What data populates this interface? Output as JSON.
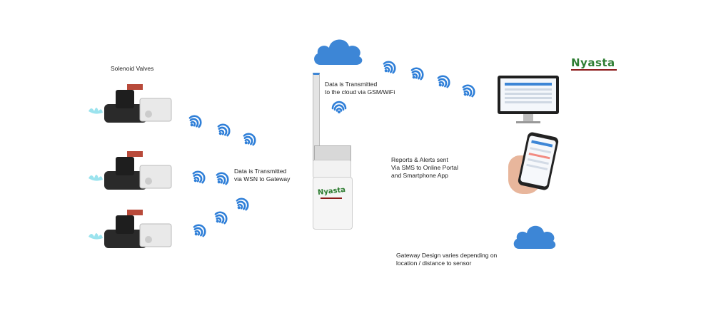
{
  "labels": {
    "solenoid_valves": "Solenoid Valves",
    "cloud_transmit": "Data is Transmitted\nto the cloud via GSM/WiFi",
    "wsn_transmit": "Data is Transmitted\nvia WSN to Gateway",
    "reports_alerts": "Reports & Alerts sent\nVia SMS to Online Portal\nand Smartphone App",
    "gateway_design": "Gateway Design varies depending on\nlocation / distance to sensor"
  },
  "brand": {
    "logo_text": "Nyasta",
    "gateway_logo_text": "Nyasta"
  },
  "colors": {
    "cloud": "#3d86d6",
    "signal": "#2f7fd8",
    "valve_body": "#2a2a2a",
    "brand_green": "#2e7d32",
    "brand_red": "#8b1a1a"
  },
  "icons": [
    "cloud-icon",
    "wifi-signal-icon",
    "solenoid-valve-icon",
    "gateway-device-icon",
    "monitor-icon",
    "smartphone-icon",
    "coral-icon"
  ]
}
